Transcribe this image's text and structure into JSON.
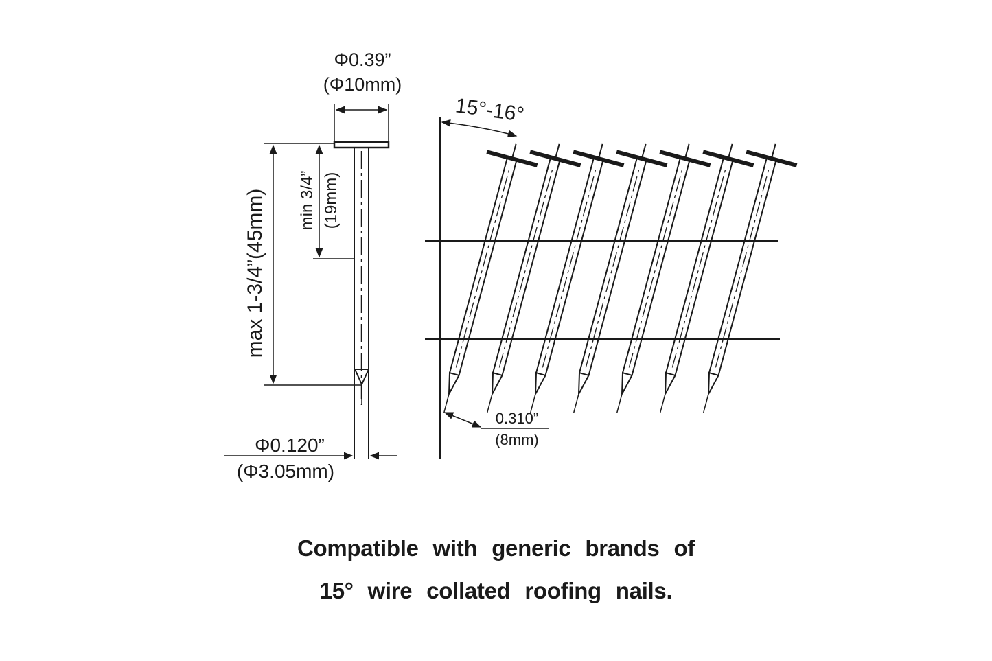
{
  "single_nail": {
    "head_diameter": "Φ0.39”",
    "head_diameter_mm": "(Φ10mm)",
    "min_length": "min 3/4”",
    "min_length_mm": "(19mm)",
    "max_length": "max 1-3/4”(45mm)",
    "shank_diameter": "Φ0.120”",
    "shank_diameter_mm": "(Φ3.05mm)"
  },
  "coil": {
    "angle": "15°-16°",
    "pitch": "0.310”",
    "pitch_mm": "(8mm)",
    "nail_count": 7
  },
  "caption": {
    "line1": "Compatible with generic brands of",
    "line2": "15°  wire collated roofing nails."
  },
  "colors": {
    "ink": "#1a1a1a",
    "background": "#ffffff"
  }
}
